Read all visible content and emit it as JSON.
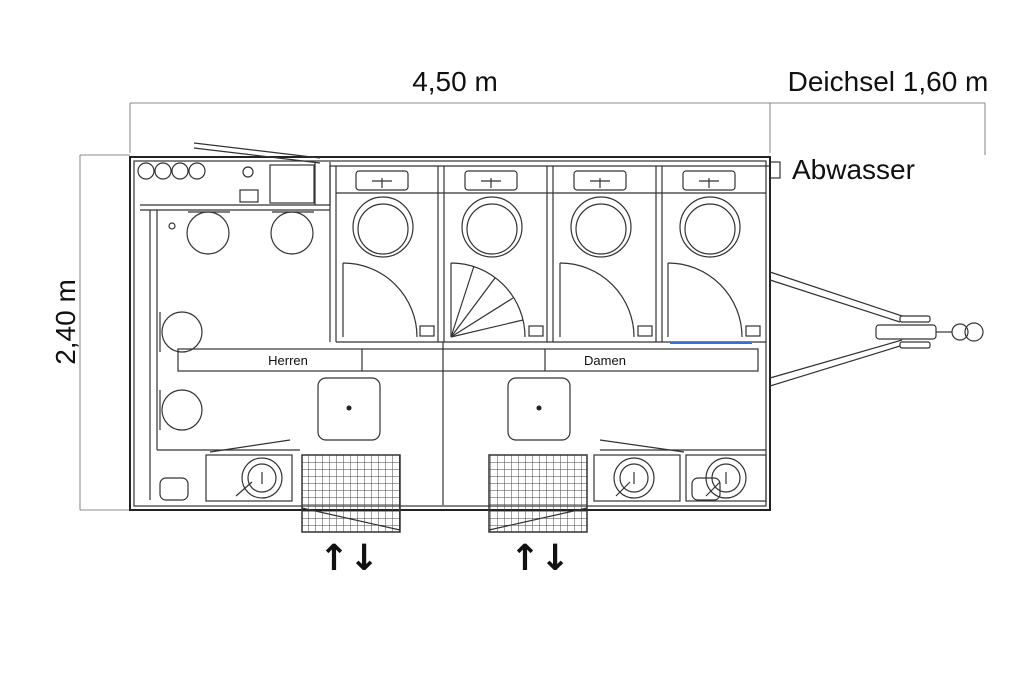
{
  "dimensions": {
    "length": "4,50 m",
    "drawbar": "Deichsel 1,60 m",
    "width": "2,40 m",
    "waste_water": "Abwasser"
  },
  "rooms": {
    "men": "Herren",
    "women": "Damen"
  },
  "entrances": {
    "left": "↑↓",
    "right": "↑↓"
  }
}
